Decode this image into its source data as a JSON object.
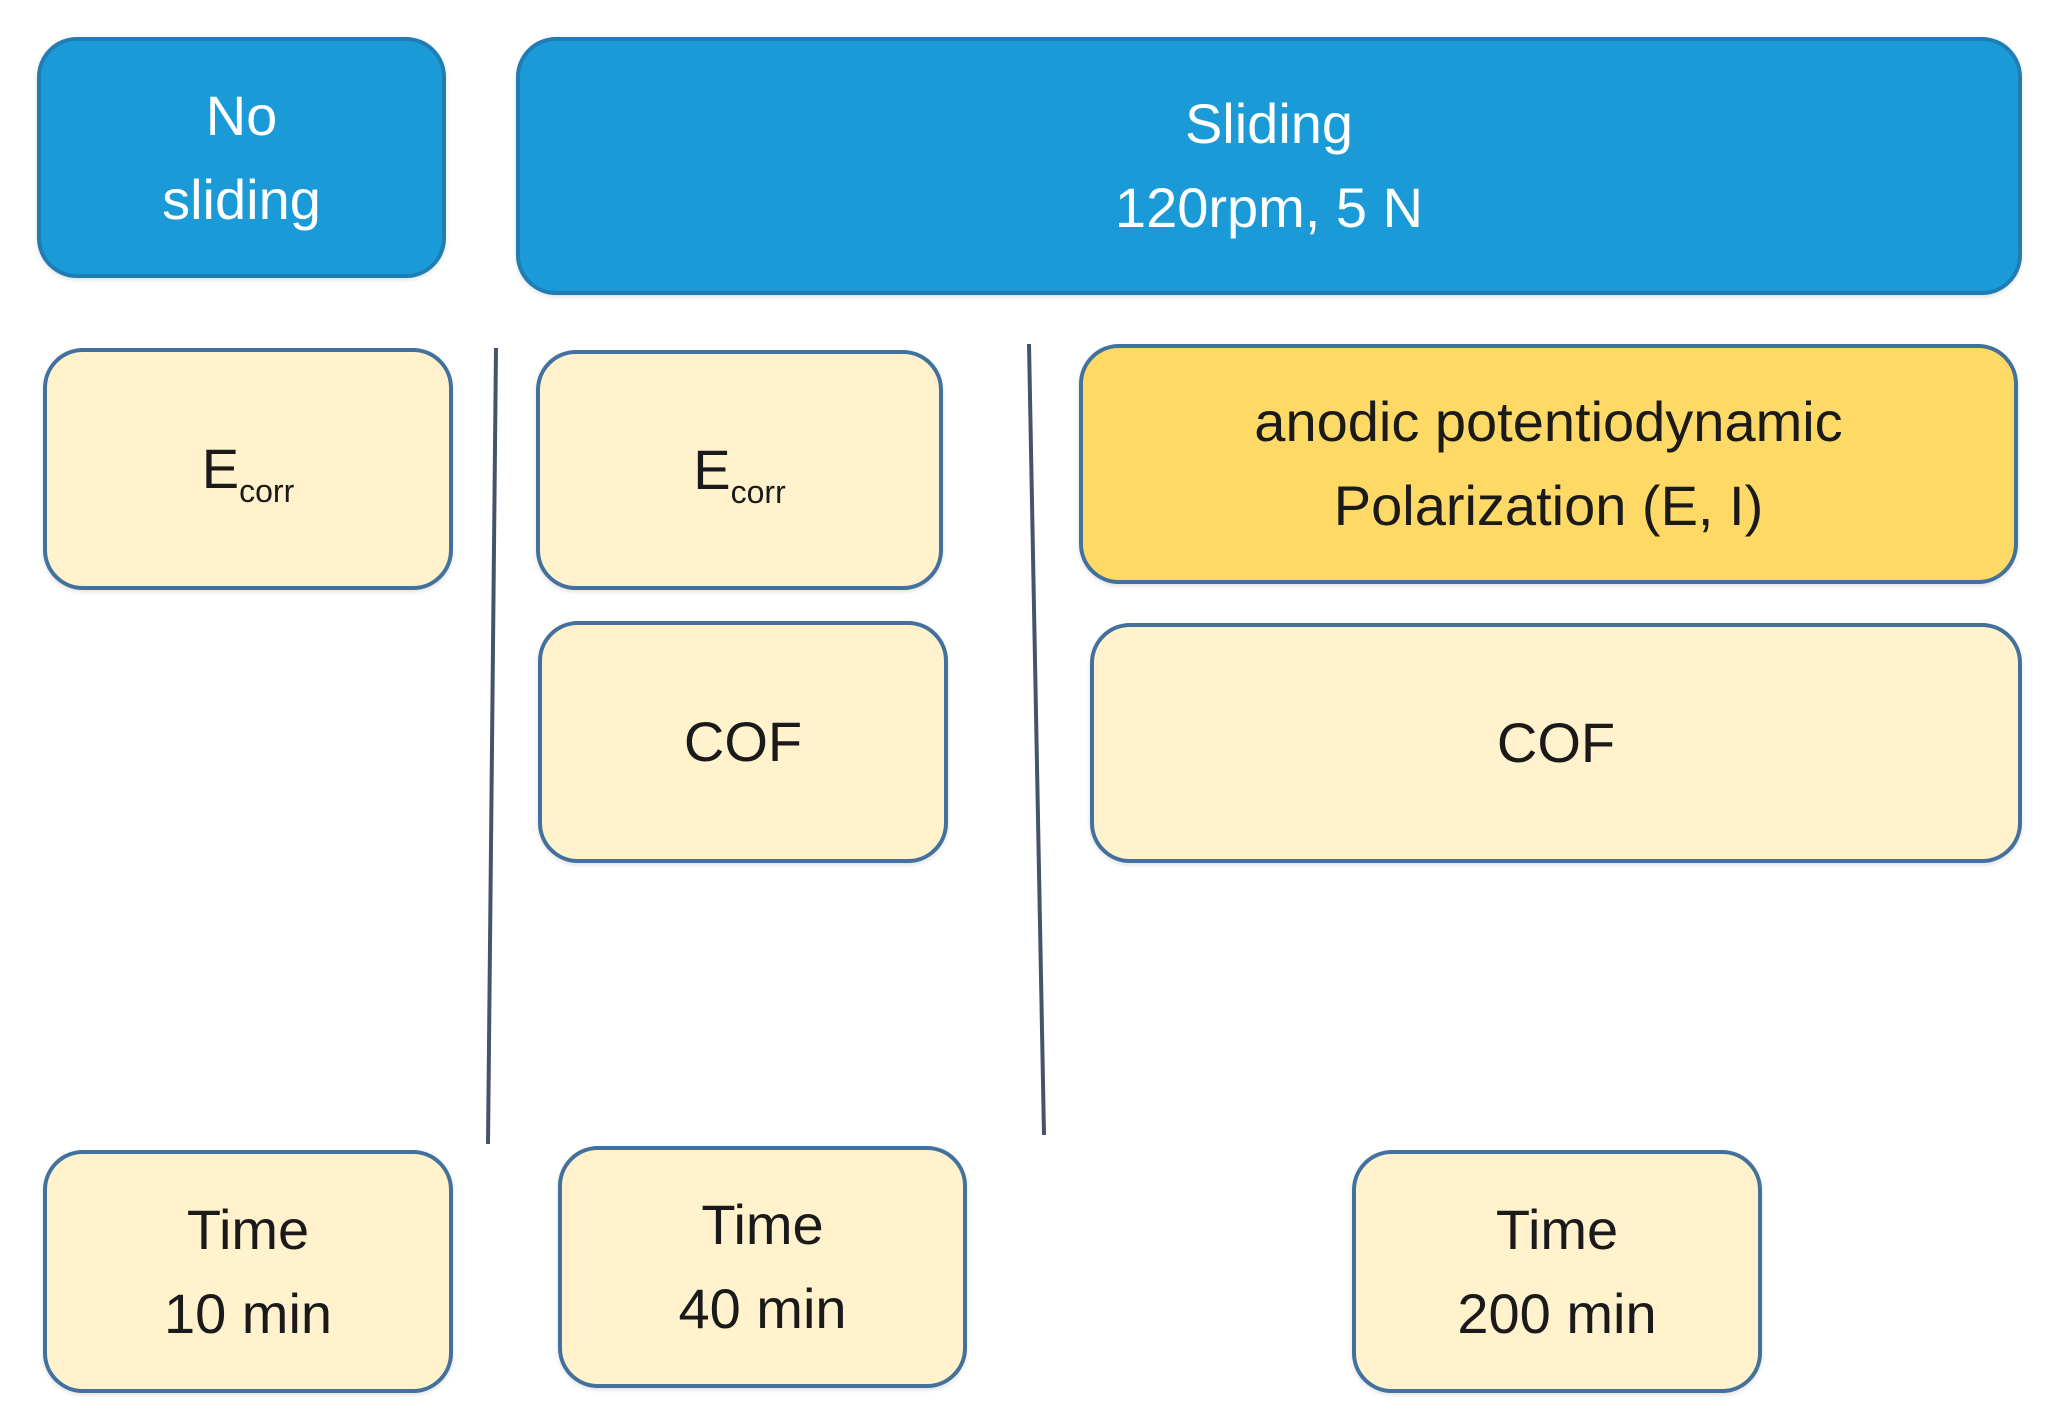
{
  "phases": {
    "no_sliding": {
      "line1": "No",
      "line2": "sliding"
    },
    "sliding": {
      "line1": "Sliding",
      "line2": "120rpm, 5 N"
    }
  },
  "steps": {
    "step1": {
      "ecorr": {
        "symbol": "E",
        "subscript": "corr"
      },
      "time": {
        "label": "Time",
        "duration": "10 min"
      }
    },
    "step2": {
      "ecorr": {
        "symbol": "E",
        "subscript": "corr"
      },
      "cof": "COF",
      "time": {
        "label": "Time",
        "duration": "40 min"
      }
    },
    "step3": {
      "polarization": {
        "line1": "anodic potentiodynamic",
        "line2": "Polarization (E, I)"
      },
      "cof": "COF",
      "time": {
        "label": "Time",
        "duration": "200 min"
      }
    }
  },
  "colors": {
    "phase_fill": "#1A9BD7",
    "phase_border": "#1F7DB4",
    "step_fill": "#FFF2CC",
    "highlight_fill": "#FFD966",
    "step_border": "#41719C",
    "divider": "#44546A"
  }
}
